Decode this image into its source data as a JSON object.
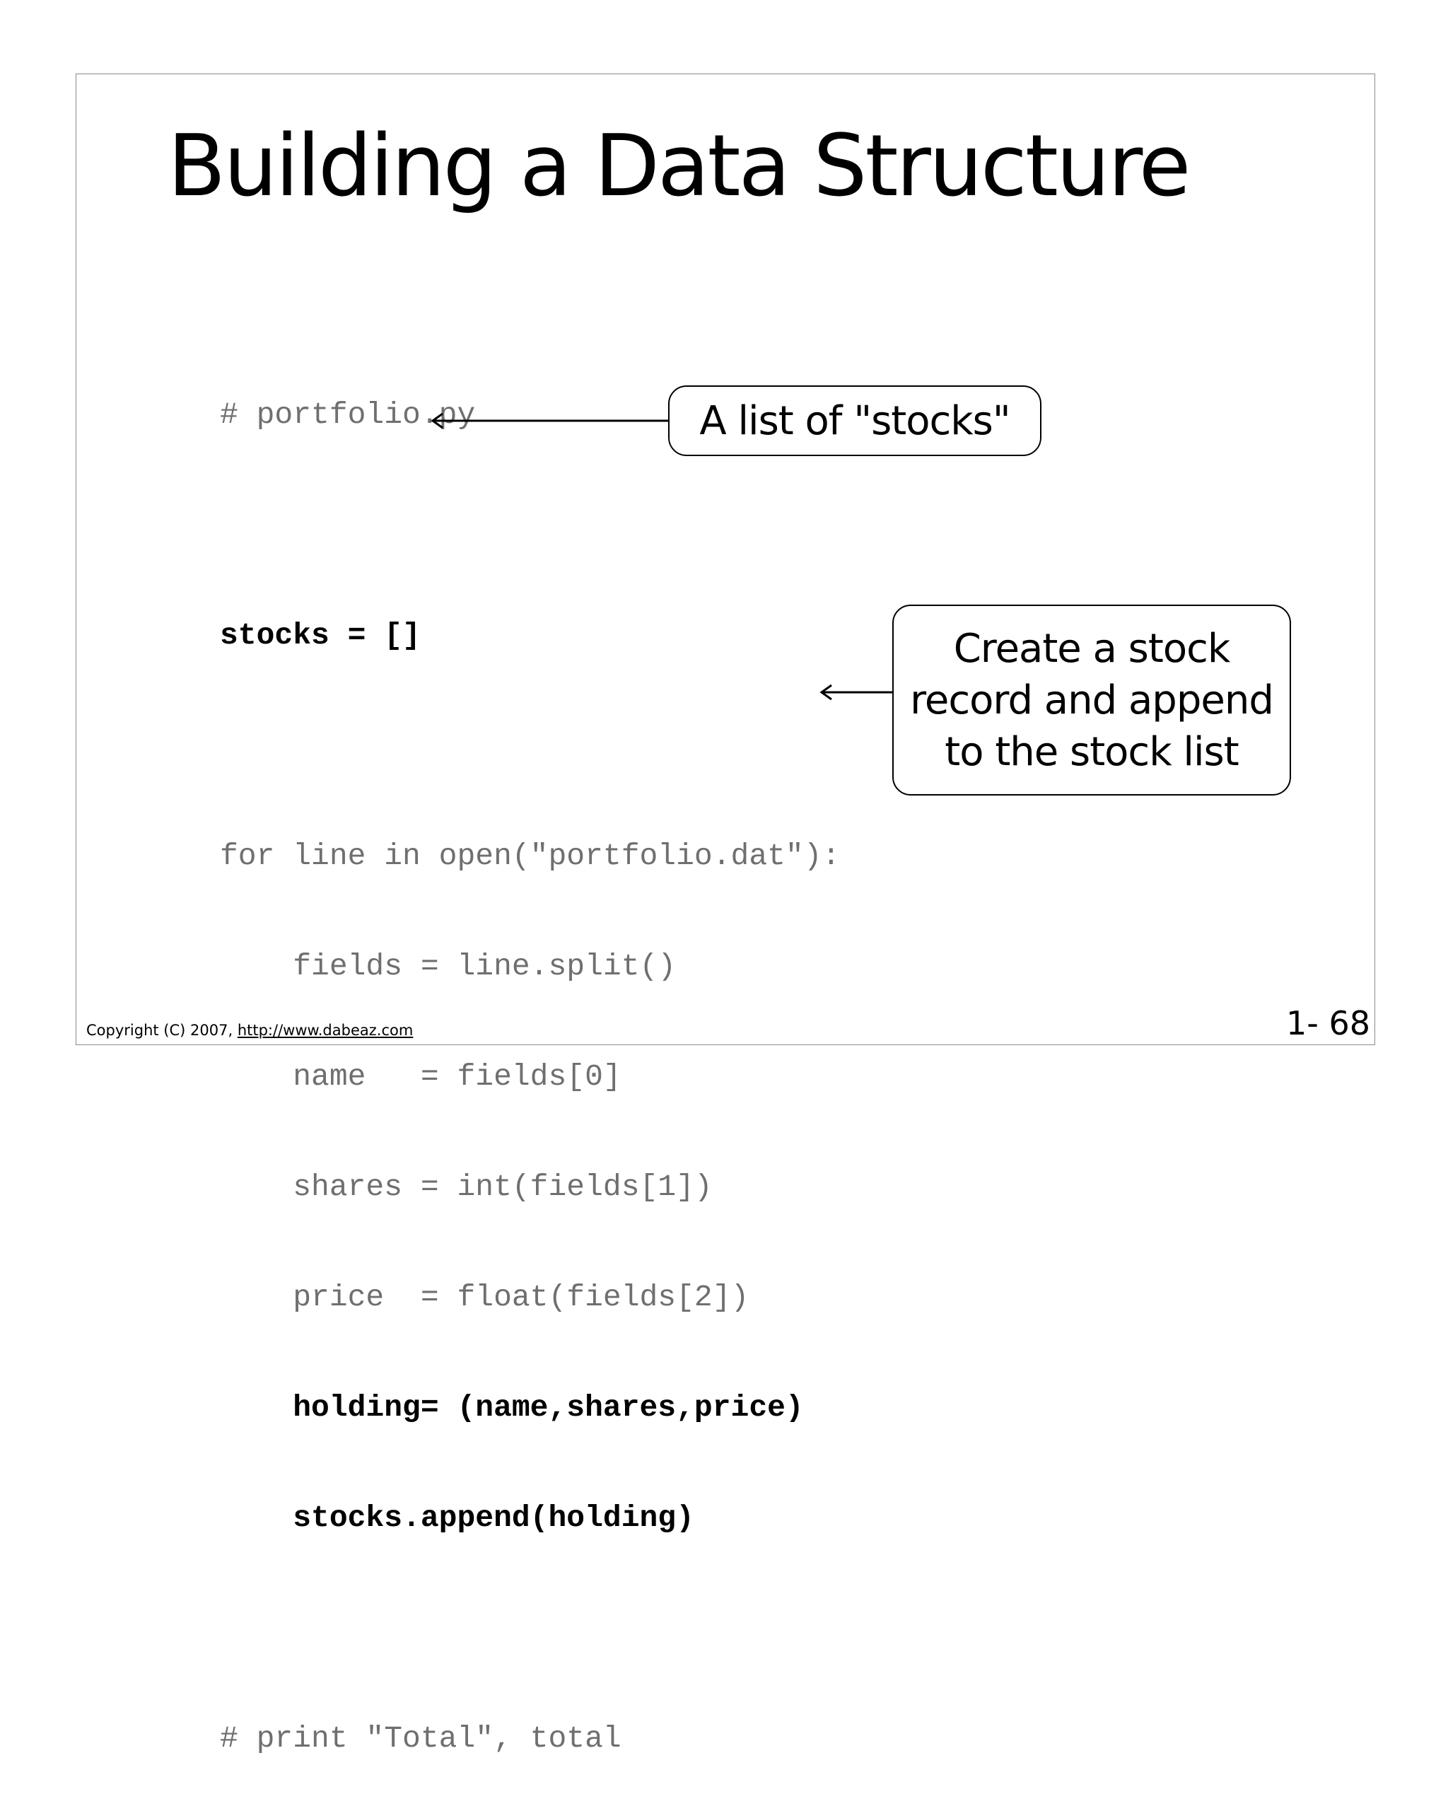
{
  "slide": {
    "title": "Building a Data Structure",
    "code_lines": [
      {
        "text": "# portfolio.py",
        "highlight": false
      },
      {
        "text": "",
        "highlight": false
      },
      {
        "text": "stocks = []",
        "highlight": true
      },
      {
        "text": "",
        "highlight": false
      },
      {
        "text": "for line in open(\"portfolio.dat\"):",
        "highlight": false
      },
      {
        "text": "    fields = line.split()",
        "highlight": false
      },
      {
        "text": "    name   = fields[0]",
        "highlight": false
      },
      {
        "text": "    shares = int(fields[1])",
        "highlight": false
      },
      {
        "text": "    price  = float(fields[2])",
        "highlight": false
      },
      {
        "text": "    holding= (name,shares,price)",
        "highlight": true
      },
      {
        "text": "    stocks.append(holding)",
        "highlight": true
      },
      {
        "text": "",
        "highlight": false
      },
      {
        "text": "# print \"Total\", total",
        "highlight": false
      }
    ],
    "callouts": {
      "list": "A list of \"stocks\"",
      "record_lines": [
        "Create a stock",
        "record and append",
        "to the stock list"
      ]
    },
    "footer": {
      "copyright": "Copyright (C) 2007,",
      "link": "http://www.dabeaz.com"
    },
    "page_number": "1- 68"
  },
  "colors": {
    "code_gray": "#6f6f6f",
    "code_highlight": "#000000",
    "frame_border": "#8a8a8a"
  }
}
